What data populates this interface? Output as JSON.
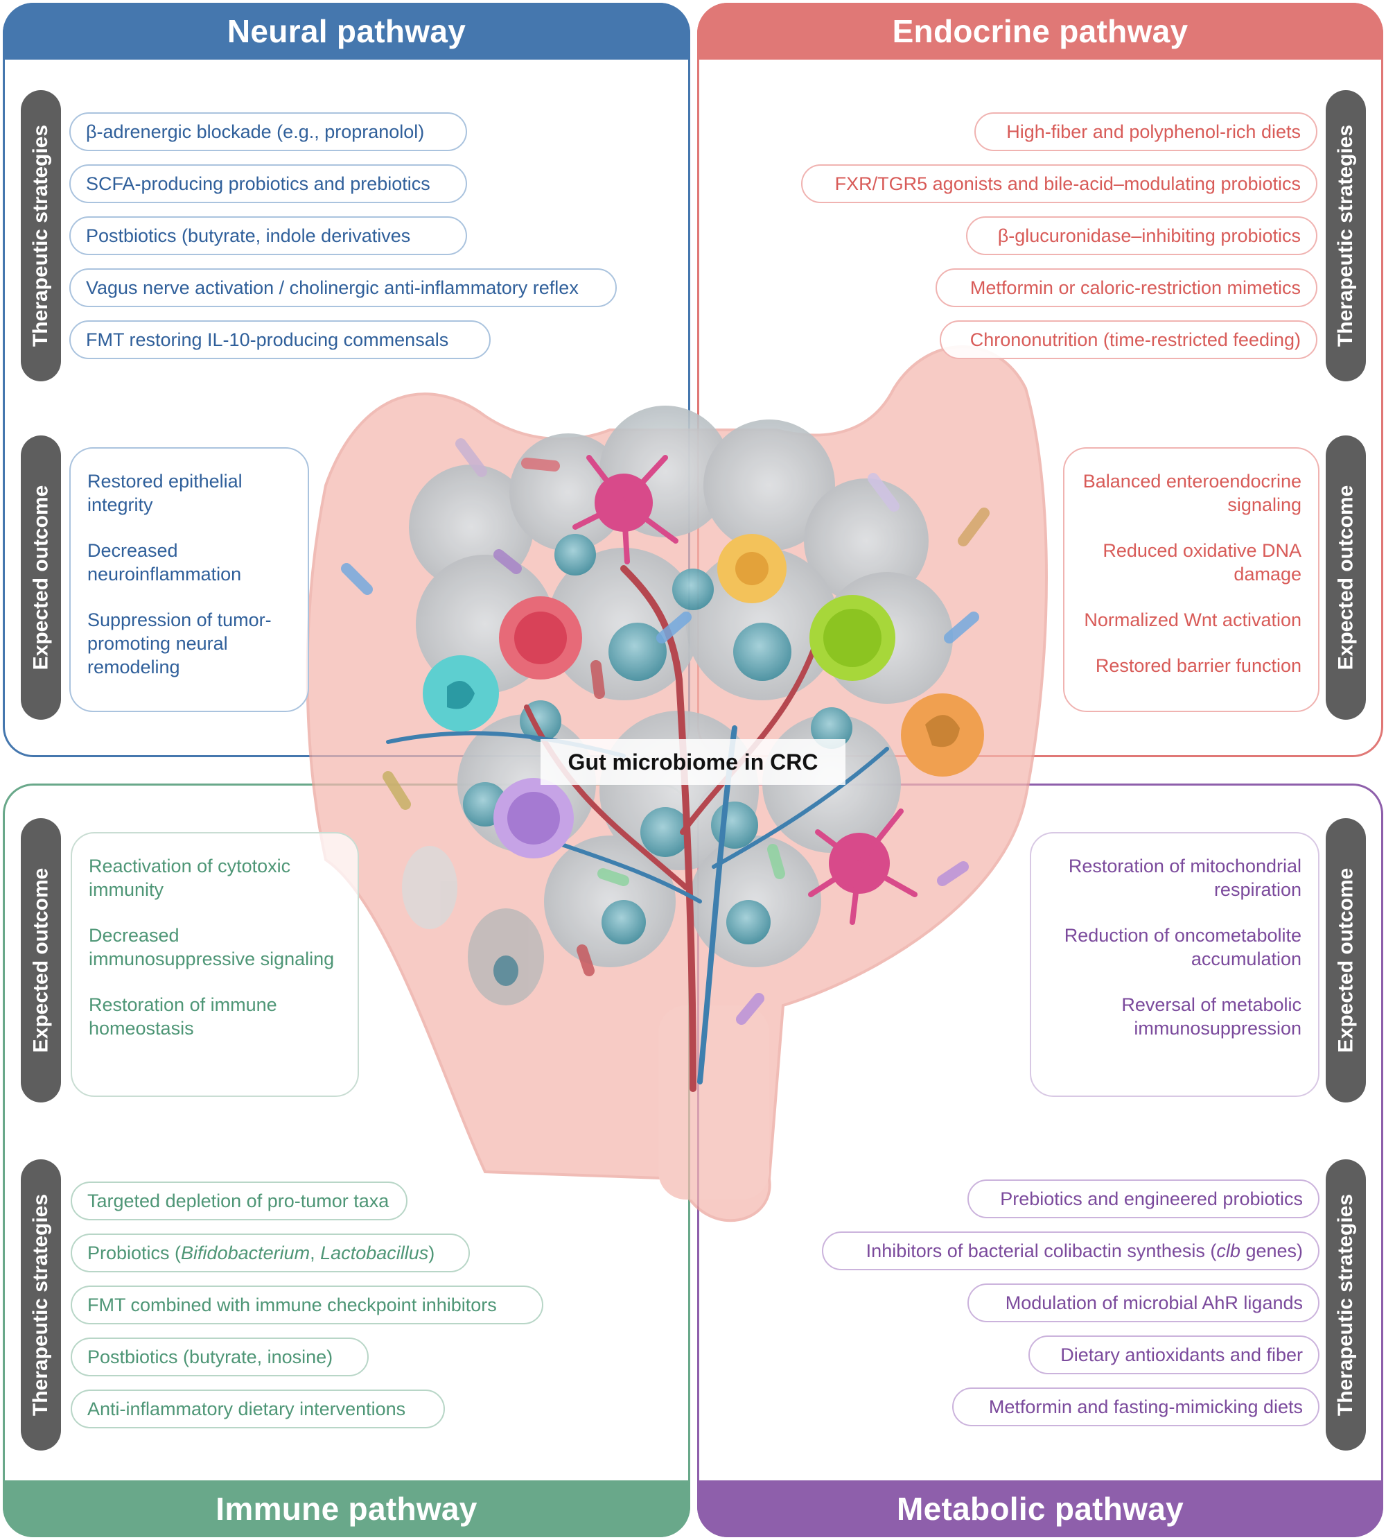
{
  "center_title": "Gut microbiome in CRC",
  "labels": {
    "therapeutic": "Therapeutic strategies",
    "outcome": "Expected outcome"
  },
  "colors": {
    "neural": "#4577ae",
    "endocrine": "#e07876",
    "immune": "#69a88a",
    "metabolic": "#8e5fab",
    "label_bg": "#5e5e5e"
  },
  "neural": {
    "title": "Neural pathway",
    "strategies": [
      "β-adrenergic blockade (e.g., propranolol)",
      "SCFA-producing probiotics and prebiotics",
      "Postbiotics (butyrate, indole derivatives",
      "Vagus nerve activation / cholinergic anti-inflammatory reflex",
      "FMT restoring IL-10-producing commensals"
    ],
    "outcomes": [
      "Restored epithelial integrity",
      "Decreased neuroinflammation",
      "Suppression of tumor-promoting neural remodeling"
    ]
  },
  "endocrine": {
    "title": "Endocrine pathway",
    "strategies": [
      "High-fiber and polyphenol-rich diets",
      "FXR/TGR5 agonists and bile-acid–modulating probiotics",
      "β-glucuronidase–inhibiting probiotics",
      "Metformin or caloric-restriction mimetics",
      "Chrononutrition (time-restricted feeding)"
    ],
    "outcomes": [
      "Balanced enteroendocrine signaling",
      "Reduced oxidative DNA damage",
      "Normalized Wnt activation",
      "Restored barrier function"
    ]
  },
  "immune": {
    "title": "Immune pathway",
    "outcomes": [
      "Reactivation of cytotoxic immunity",
      "Decreased immunosuppressive signaling",
      "Restoration of immune homeostasis"
    ],
    "strategies": [
      "Targeted depletion of pro-tumor taxa",
      "Probiotics (Bifidobacterium, Lactobacillus)",
      "FMT combined with immune checkpoint inhibitors",
      "Postbiotics (butyrate, inosine)",
      "Anti-inflammatory dietary interventions"
    ]
  },
  "metabolic": {
    "title": "Metabolic pathway",
    "outcomes": [
      "Restoration of mitochondrial respiration",
      "Reduction of oncometabolite accumulation",
      "Reversal of metabolic immunosuppression"
    ],
    "strategies": [
      "Prebiotics and engineered probiotics",
      "Inhibitors of bacterial colibactin synthesis (clb genes)",
      "Modulation of microbial AhR ligands",
      "Dietary antioxidants and fiber",
      "Metformin and fasting-mimicking diets"
    ]
  }
}
